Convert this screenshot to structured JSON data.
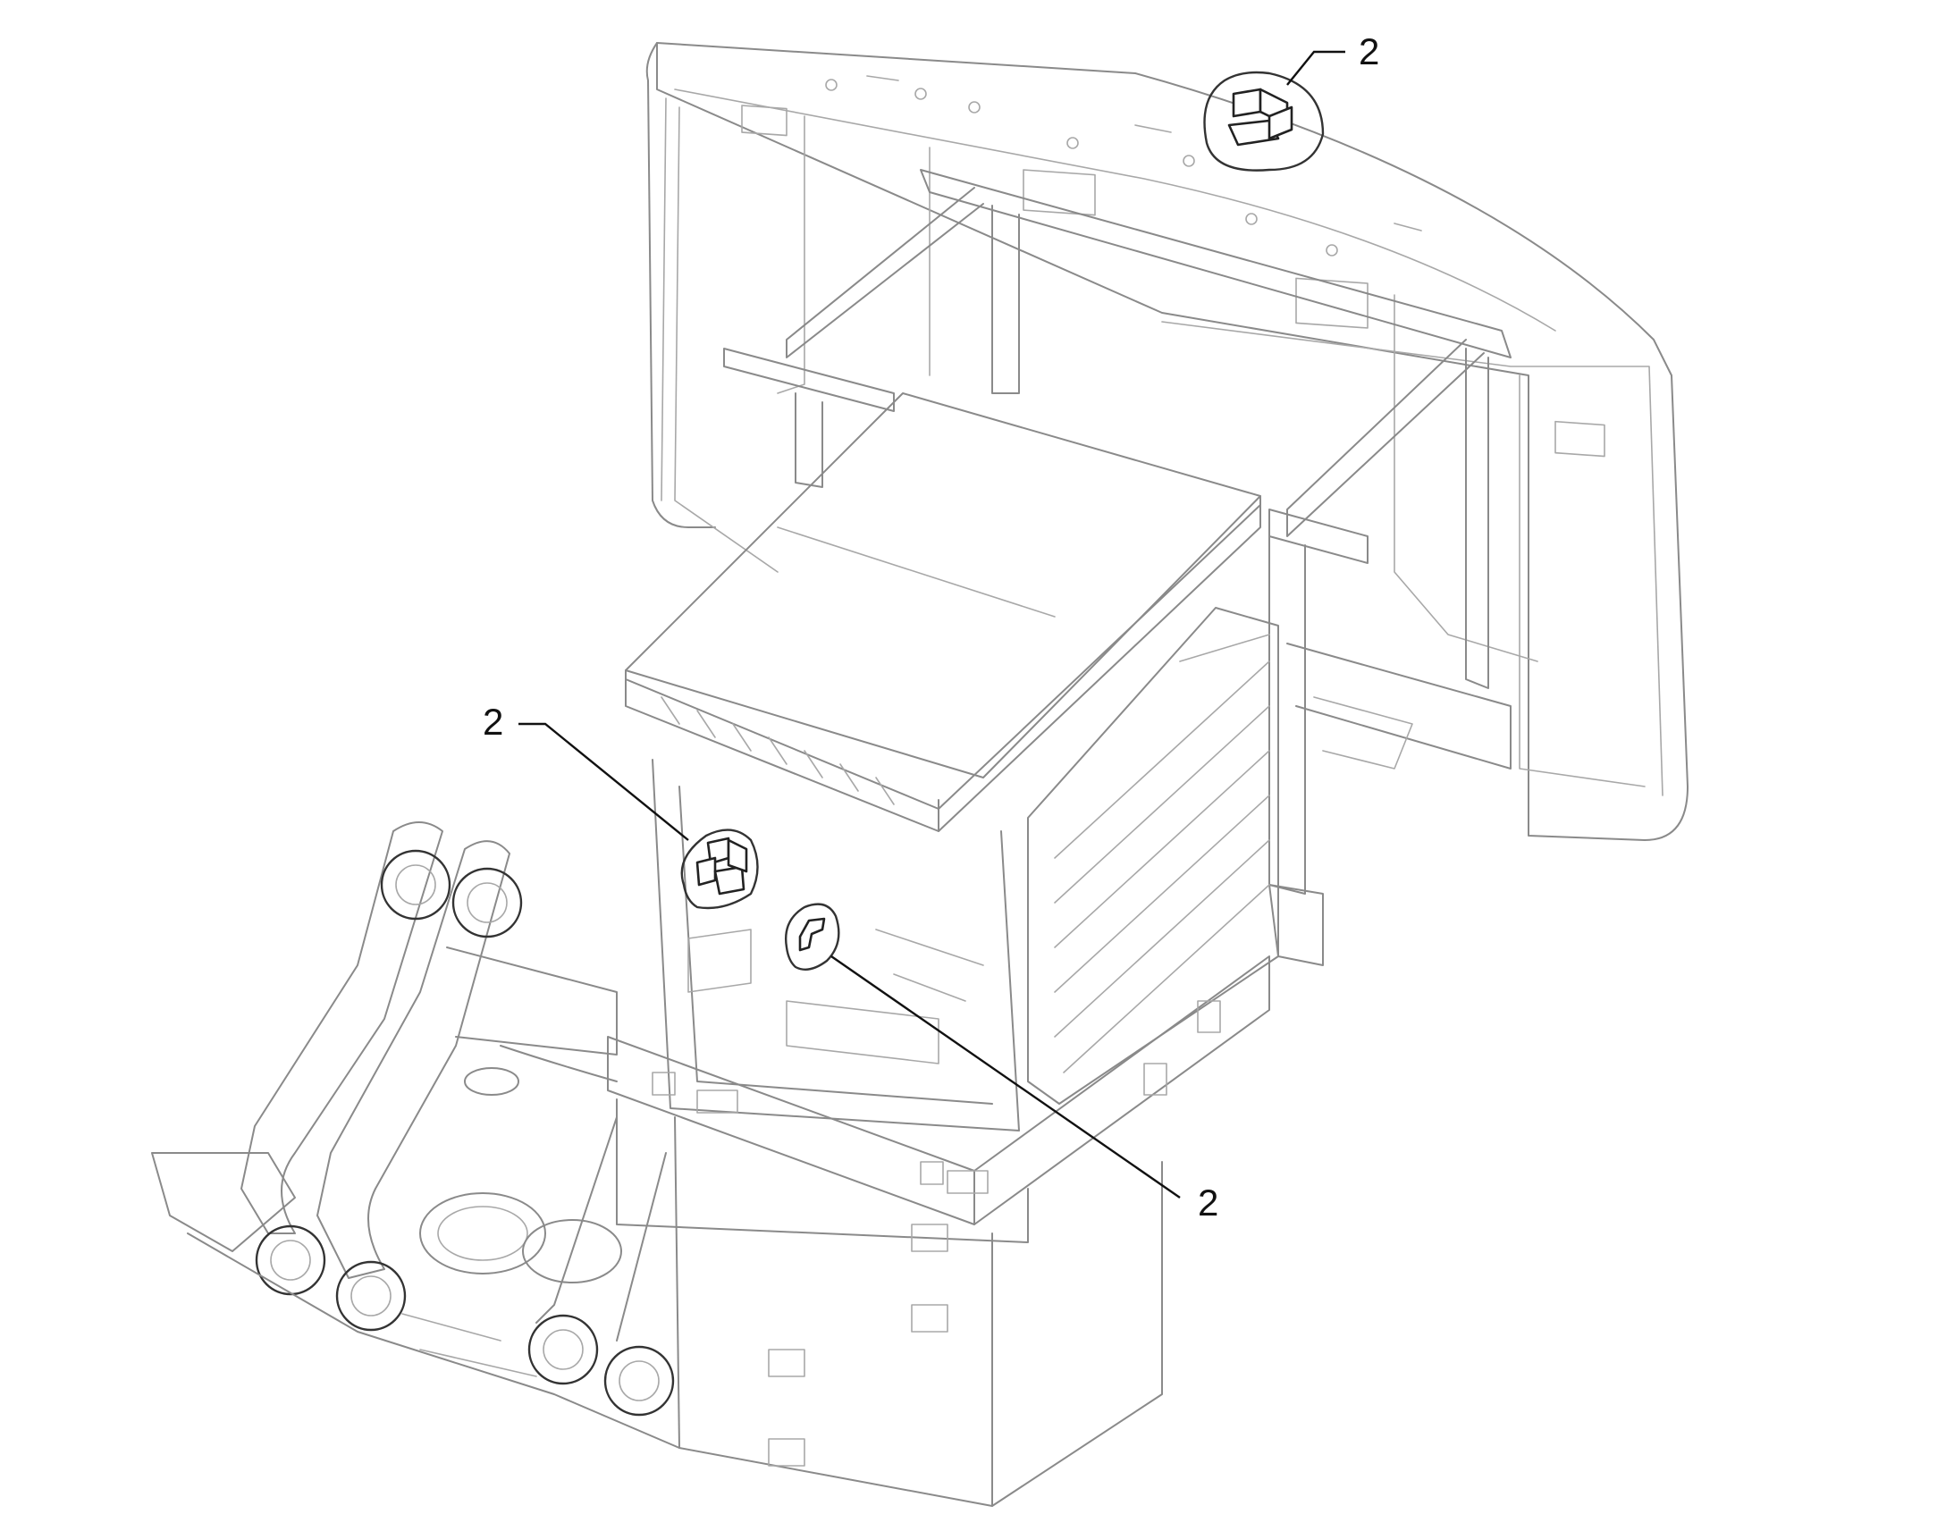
{
  "callouts": [
    {
      "label": "2"
    },
    {
      "label": "2"
    },
    {
      "label": "2"
    }
  ]
}
